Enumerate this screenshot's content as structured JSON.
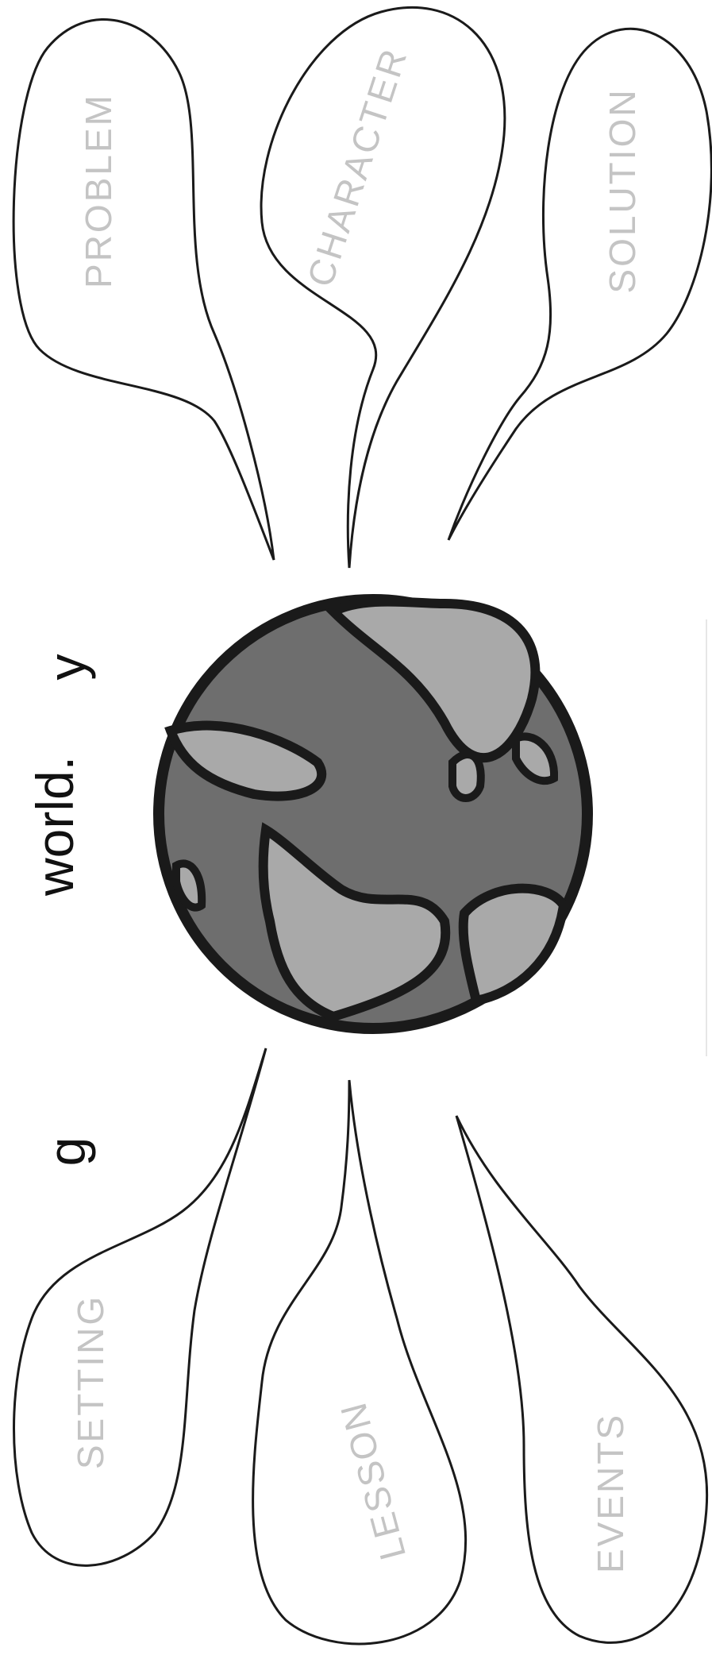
{
  "heading": {
    "fragment_top": "y",
    "main_word": "world.",
    "fragment_bottom": "g"
  },
  "bubbles": {
    "problem": "PROBLEM",
    "character": "CHARACTER",
    "solution": "SOLUTION",
    "setting": "SETTING",
    "lesson": "LESSON",
    "events": "EVENTS"
  },
  "colors": {
    "outline": "#1a1a1a",
    "land": "#a9a9a9",
    "ocean": "#6e6e6e",
    "label_gray": "#c4c4c4"
  },
  "icons": {
    "center": "globe-icon"
  }
}
